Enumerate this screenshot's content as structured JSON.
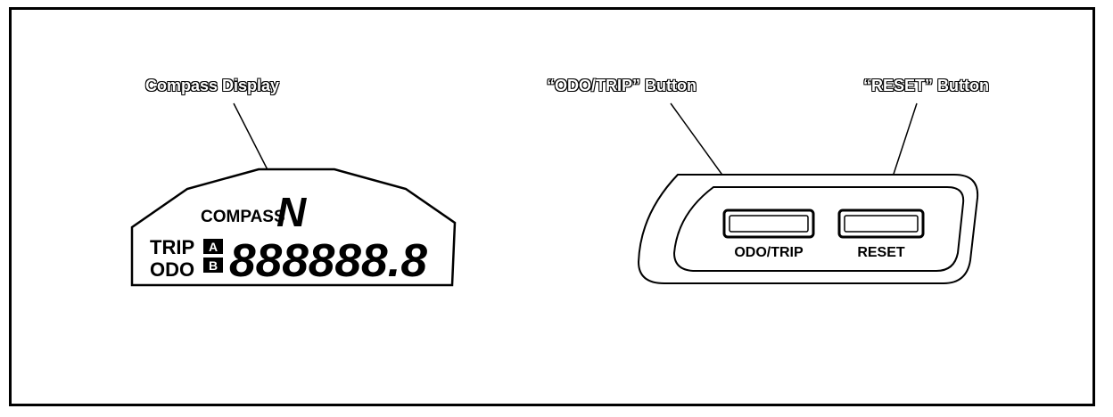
{
  "callouts": {
    "compass_display": "Compass Display",
    "odo_trip_button": "“ODO/TRIP” Button",
    "reset_button": "“RESET” Button"
  },
  "display": {
    "compass_label": "COMPASS",
    "heading": "N",
    "trip_label": "TRIP",
    "odo_label": "ODO",
    "trip_a": "A",
    "trip_b": "B",
    "digits": "888888.8"
  },
  "buttons": {
    "odo_trip_label": "ODO/TRIP",
    "reset_label": "RESET"
  }
}
